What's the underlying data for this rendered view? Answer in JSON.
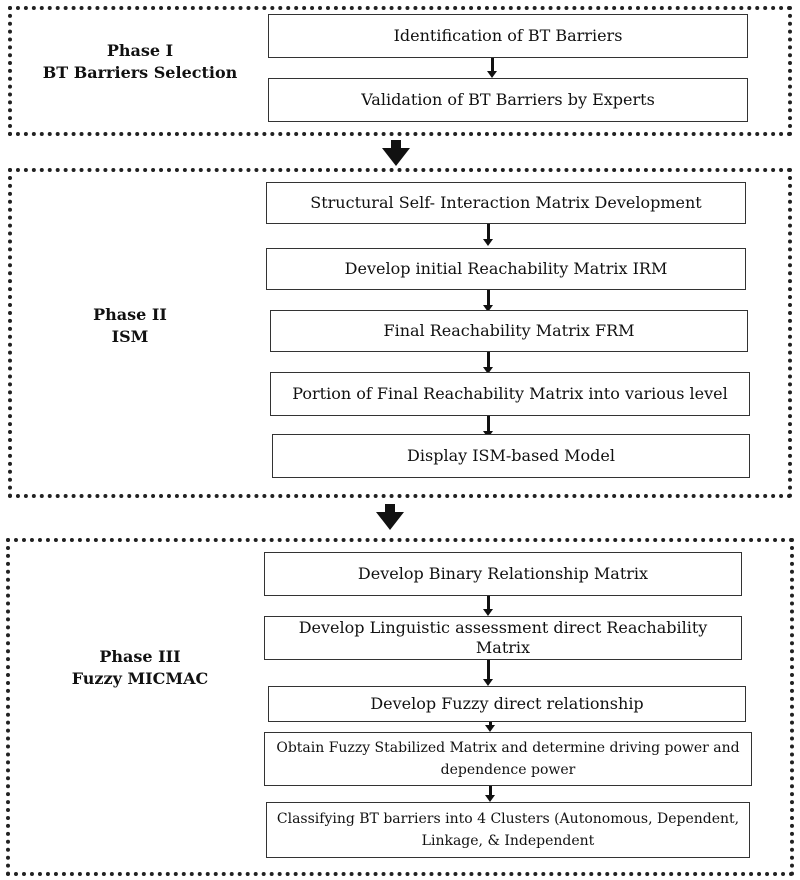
{
  "phases": [
    {
      "title": "Phase I",
      "subtitle": "BT Barriers Selection",
      "steps": [
        "Identification of BT Barriers",
        "Validation of BT Barriers by Experts"
      ]
    },
    {
      "title": "Phase II",
      "subtitle": "ISM",
      "steps": [
        "Structural Self- Interaction Matrix Development",
        "Develop initial Reachability Matrix IRM",
        "Final Reachability Matrix FRM",
        "Portion of Final Reachability Matrix into various level",
        "Display ISM-based Model"
      ]
    },
    {
      "title": "Phase III",
      "subtitle": "Fuzzy MICMAC",
      "steps": [
        "Develop Binary Relationship Matrix",
        "Develop Linguistic assessment direct Reachability Matrix",
        "Develop Fuzzy direct relationship",
        "Obtain Fuzzy Stabilized Matrix and determine driving power and dependence power",
        "Classifying BT barriers into 4 Clusters (Autonomous, Dependent, Linkage, & Independent"
      ]
    }
  ]
}
